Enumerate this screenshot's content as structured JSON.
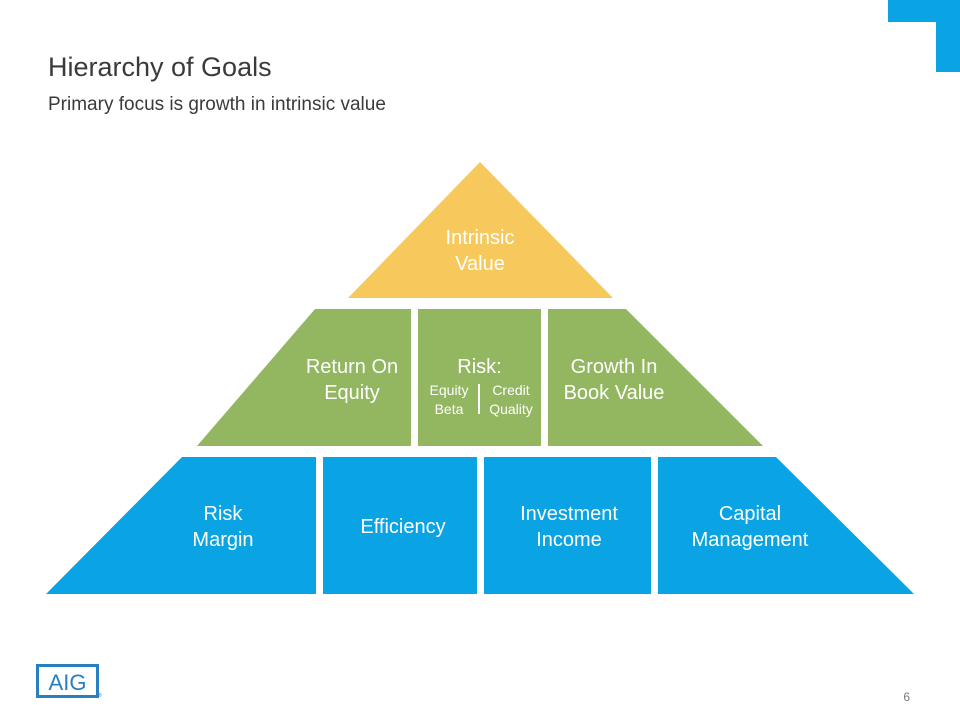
{
  "header": {
    "title": "Hierarchy of Goals",
    "subtitle": "Primary focus is growth in intrinsic value"
  },
  "pyramid": {
    "top": {
      "line1": "Intrinsic",
      "line2": "Value"
    },
    "middle": {
      "left": {
        "line1": "Return On",
        "line2": "Equity"
      },
      "center": {
        "heading": "Risk:",
        "left_line1": "Equity",
        "left_line2": "Beta",
        "right_line1": "Credit",
        "right_line2": "Quality"
      },
      "right": {
        "line1": "Growth In",
        "line2": "Book Value"
      }
    },
    "bottom": [
      {
        "line1": "Risk",
        "line2": "Margin"
      },
      {
        "line1": "Efficiency",
        "line2": ""
      },
      {
        "line1": "Investment",
        "line2": "Income"
      },
      {
        "line1": "Capital",
        "line2": "Management"
      }
    ]
  },
  "colors": {
    "top": "#f7c95c",
    "middle": "#93b661",
    "bottom": "#0aa3e3",
    "logo": "#2a7fc0"
  },
  "footer": {
    "logo_text": "AIG",
    "page_number": "6"
  }
}
